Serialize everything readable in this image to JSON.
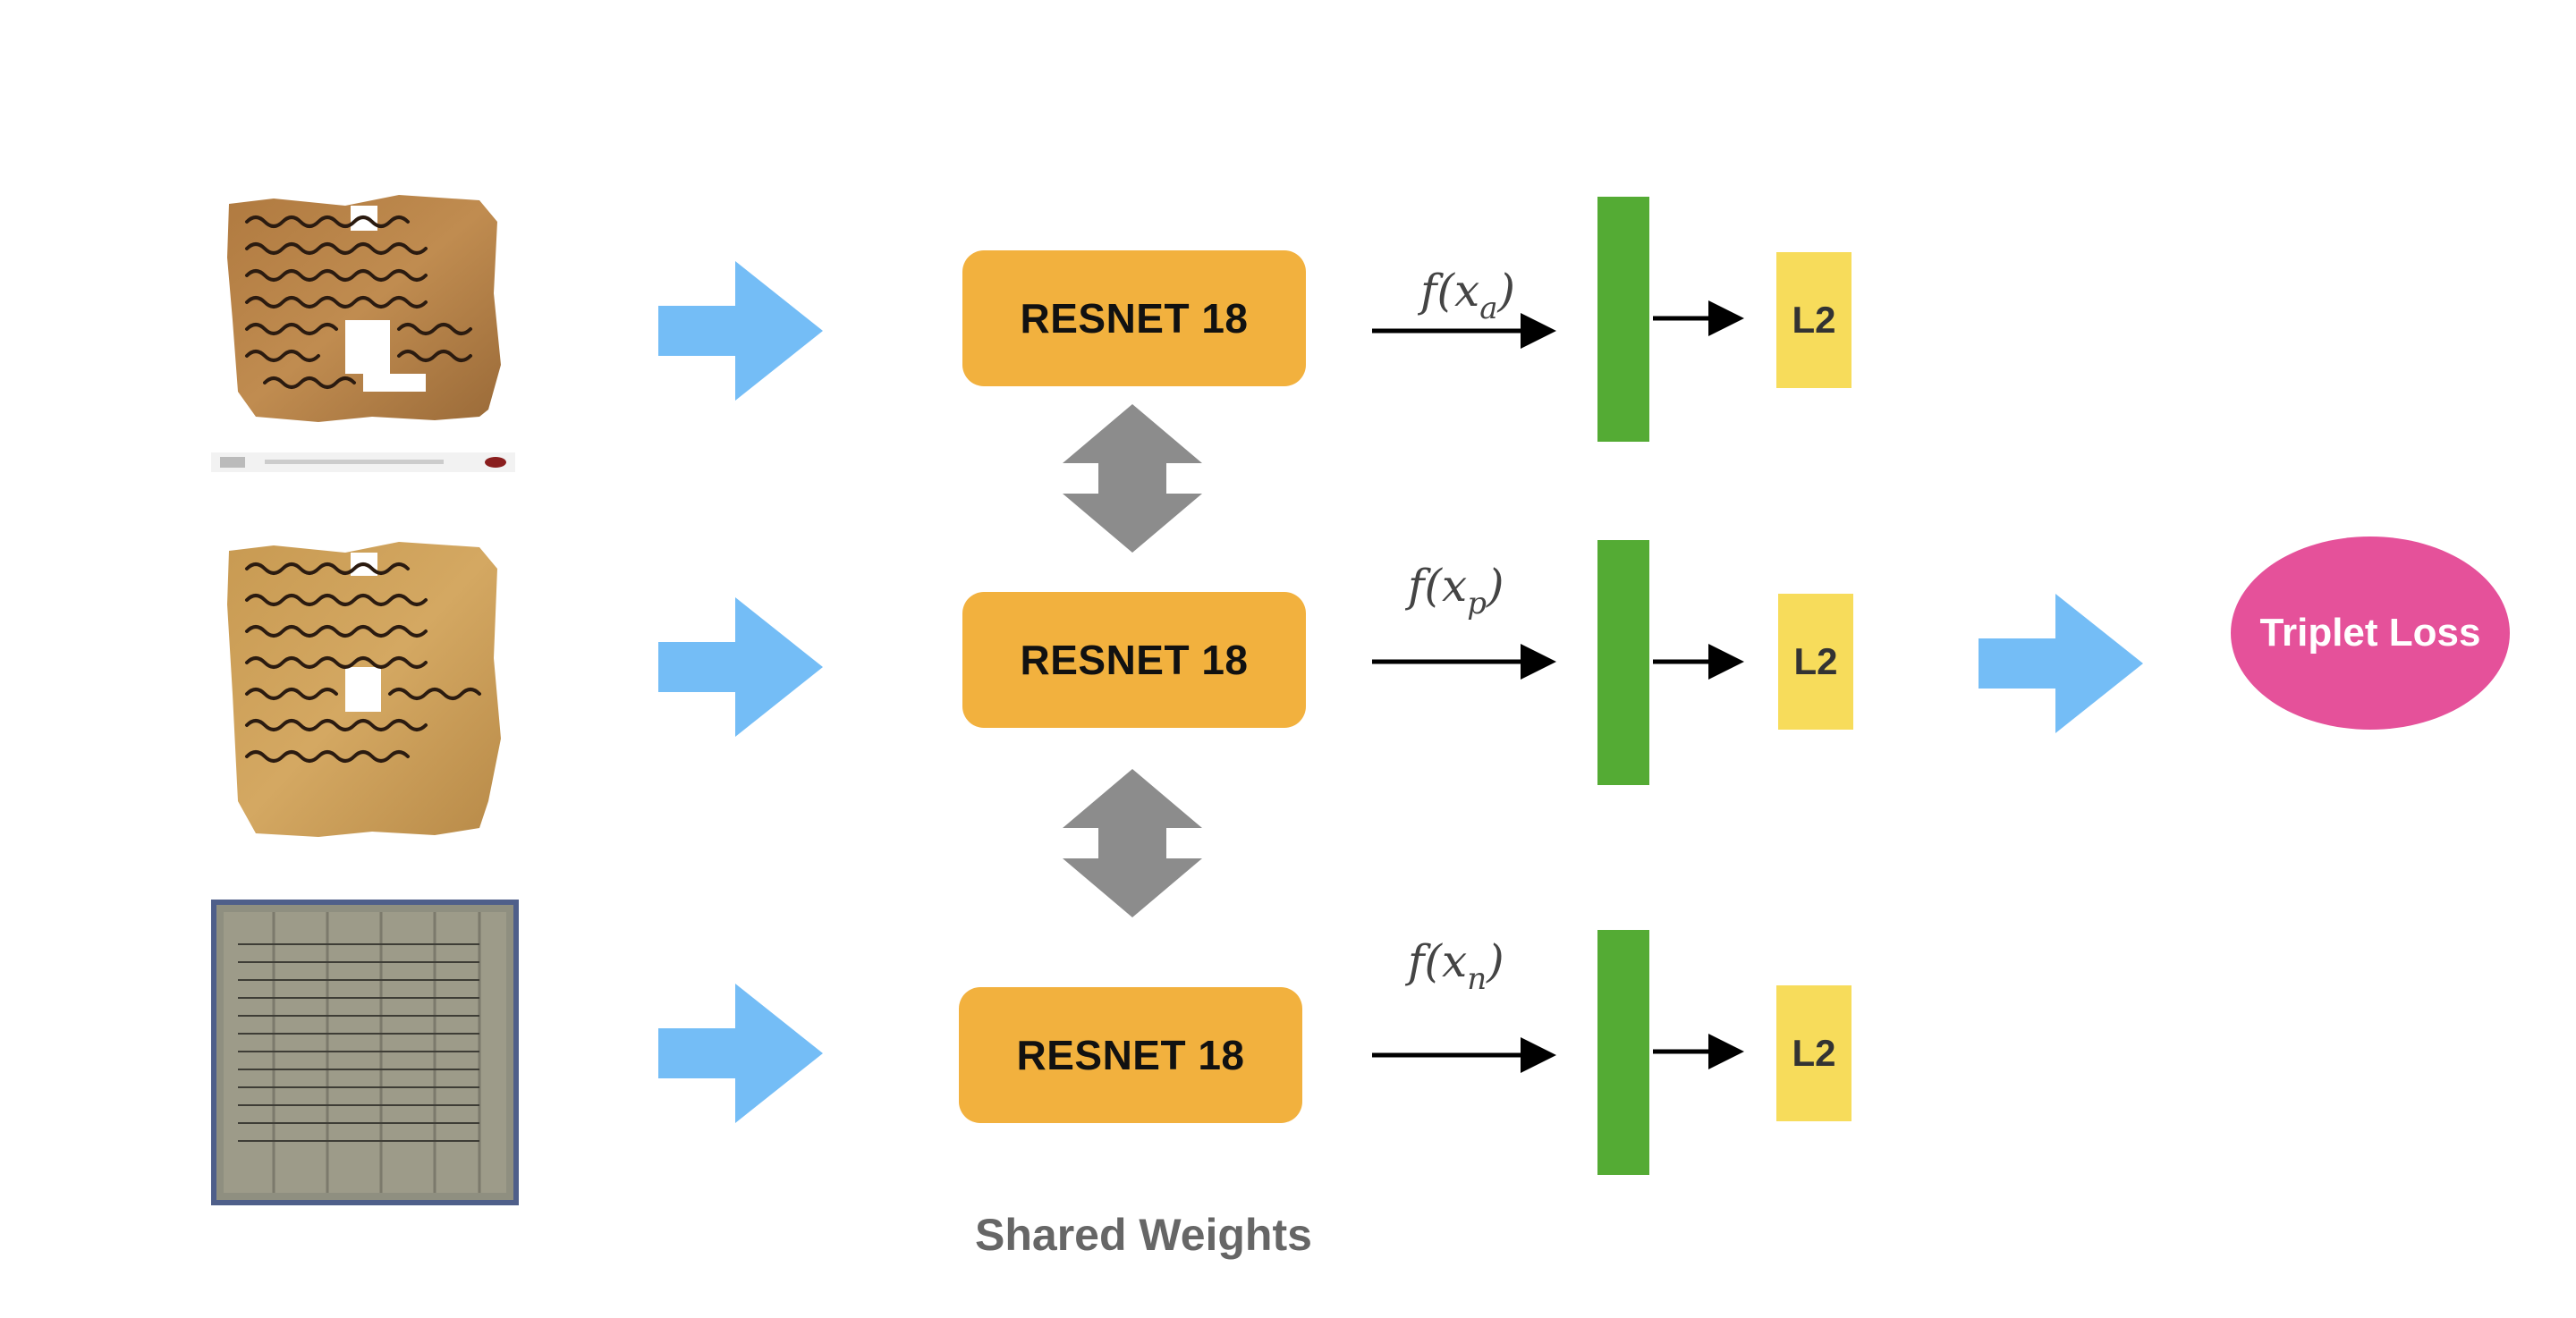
{
  "resnet_blocks": [
    {
      "label": "RESNET 18"
    },
    {
      "label": "RESNET 18"
    },
    {
      "label": "RESNET 18"
    }
  ],
  "features": [
    {
      "fn": "f(x",
      "sub": "a",
      "close": ")"
    },
    {
      "fn": "f(x",
      "sub": "p",
      "close": ")"
    },
    {
      "fn": "f(x",
      "sub": "n",
      "close": ")"
    }
  ],
  "l2_blocks": [
    {
      "label": "L2"
    },
    {
      "label": "L2"
    },
    {
      "label": "L2"
    }
  ],
  "loss": {
    "label": "Triplet Loss"
  },
  "shared_weights": {
    "label": "Shared Weights"
  },
  "colors": {
    "resnet": "#f2b13e",
    "embedding": "#54ab34",
    "l2": "#f7dc5b",
    "loss": "#e5519a",
    "block_arrow": "#74bdf6",
    "shared_arrow": "#8c8c8c",
    "line_arrow": "#000000"
  },
  "icons": {
    "input_images": [
      "papyrus-anchor-image",
      "papyrus-positive-image",
      "papyrus-negative-image"
    ],
    "flow_arrows": "block-arrow-right-icon",
    "weight_sharing": "double-arrow-vertical-icon"
  }
}
